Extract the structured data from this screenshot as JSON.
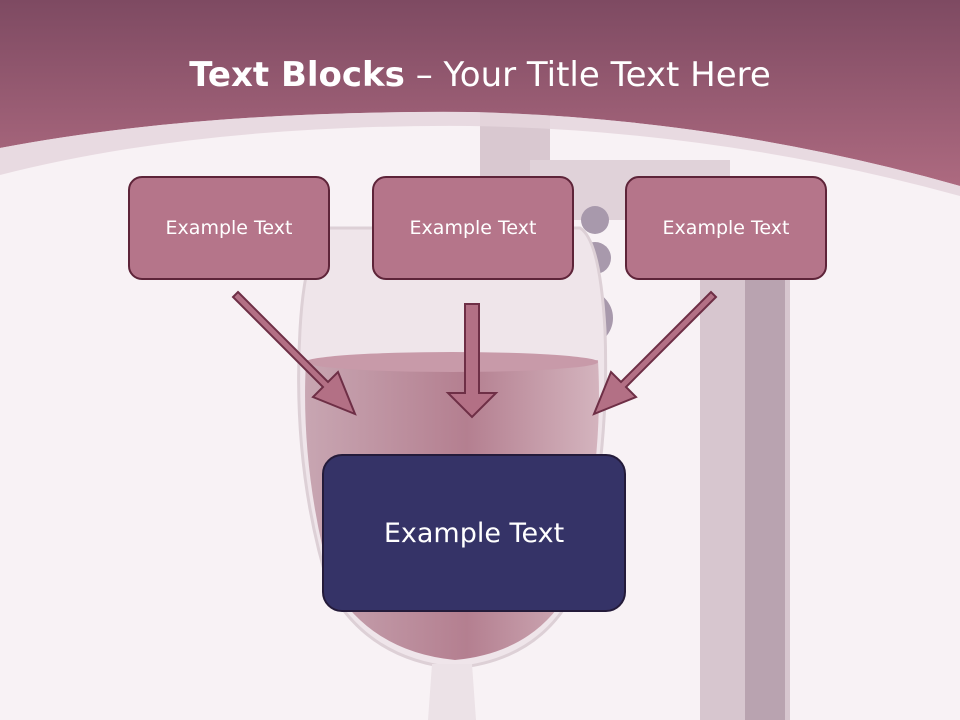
{
  "title": {
    "bold": "Text Blocks",
    "dash": " – ",
    "rest": "Your Title Text Here"
  },
  "diagram": {
    "top_boxes": [
      {
        "label": "Example Text"
      },
      {
        "label": "Example Text"
      },
      {
        "label": "Example Text"
      }
    ],
    "main_box": {
      "label": "Example Text"
    }
  },
  "colors": {
    "header_band": "#a66077",
    "top_box_fill": "#b5758a",
    "top_box_border": "#5e2439",
    "main_box_fill": "#353367",
    "arrow_fill": "#b37085",
    "arrow_stroke": "#6e2f46"
  }
}
